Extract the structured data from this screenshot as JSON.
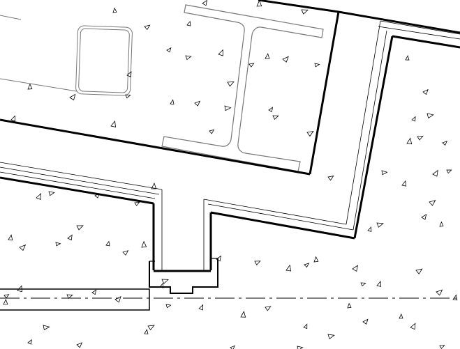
{
  "drawing": {
    "kind": "cad-section-detail",
    "background": "#ffffff",
    "line_color": "#000000",
    "steel_outline_color": "#777777",
    "hatch": "concrete-aggregate-triangles",
    "centerline_style": "dash-dot"
  }
}
